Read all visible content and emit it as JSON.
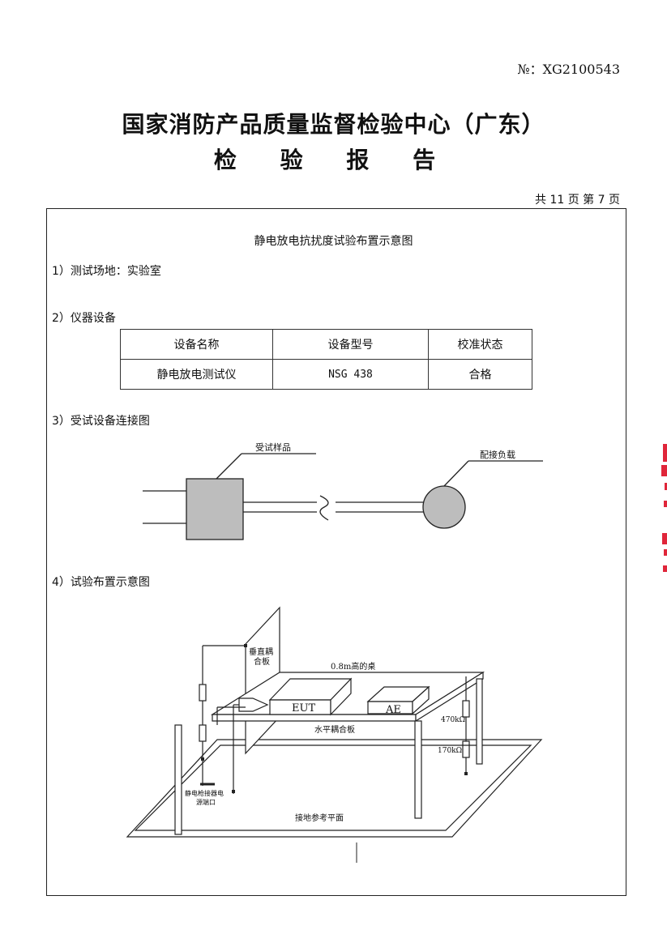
{
  "header": {
    "report_no": "№：XG2100543",
    "org_title": "国家消防产品质量监督检验中心（广东）",
    "doc_title": "检 验 报 告",
    "page_info": "共 11 页 第 7 页"
  },
  "content": {
    "section_title": "静电放电抗扰度试验布置示意图",
    "item1": "1）测试场地：实验室",
    "item2": "2）仪器设备",
    "item3": "3）受试设备连接图",
    "item4": "4）试验布置示意图"
  },
  "equipment_table": {
    "headers": [
      "设备名称",
      "设备型号",
      "校准状态"
    ],
    "rows": [
      [
        "静电放电测试仪",
        "NSG 438",
        "合格"
      ]
    ]
  },
  "connection_diagram": {
    "eut_label": "受试样品",
    "load_label": "配接负载"
  },
  "setup_diagram": {
    "vcp_label_line1": "垂直耦",
    "vcp_label_line2": "合板",
    "table_label": "0.8m高的桌",
    "eut": "EUT",
    "ae": "AE",
    "r1": "470kΩ",
    "hcp_label": "水平耦合板",
    "r2": "170kΩ",
    "esd_label_line1": "静电枪接器电",
    "esd_label_line2": "源端口",
    "ground_label": "接地参考平面"
  },
  "colors": {
    "stamp": "#e0263a",
    "line": "#222222",
    "fill_gray": "#bdbdbd"
  }
}
